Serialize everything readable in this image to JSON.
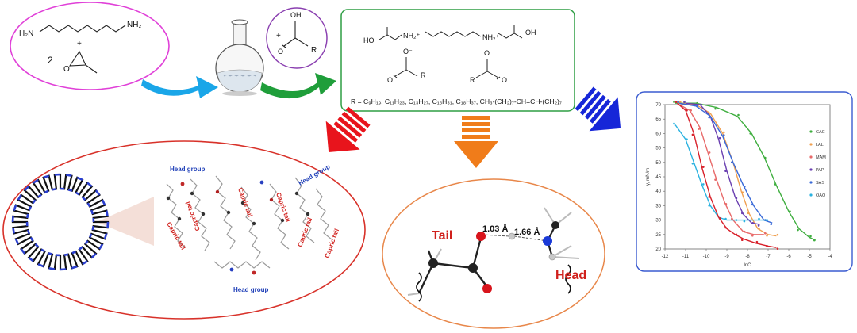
{
  "reactants": {
    "amine_left": "H₂N",
    "amine_right": "NH₂",
    "plus": "+",
    "epoxide_coef": "2",
    "epoxide_oxygen": "O",
    "acid_plus": "+",
    "acid_OH": "OH",
    "acid_O": "O",
    "acid_R": "R"
  },
  "product": {
    "HO_left": "HO",
    "NH2_left": "NH₂⁺",
    "NH2_right": "NH₂⁺",
    "OH_right": "OH",
    "anion_O_minus": "O⁻",
    "anion_O": "O",
    "anion_R": "R",
    "r_definition": "R = C₉H₁₉, C₁₁H₂₃, C₁₃H₂₇, C₁₅H₃₁, C₁₈H₃₇, CH₃-(CH₂)₇-CH=CH-(CH₂)₇"
  },
  "micelle": {
    "head_group_1": "Head group",
    "head_group_2": "Head group",
    "head_group_3": "Head group",
    "capric_tail_1": "Capric tail",
    "capric_tail_2": "Capric tail",
    "capric_tail_3": "Capric tail",
    "capric_tail_4": "Capric tail",
    "capric_tail_5": "Capric tail",
    "capric_tail_6": "Capric tail"
  },
  "interaction": {
    "tail": "Tail",
    "head": "Head",
    "bond_1": "1.03 Å",
    "bond_2": "1.66 Å"
  },
  "colors": {
    "pink_oval": "#e040d8",
    "purple_circle": "#8a3fb0",
    "green_box": "#2e9e44",
    "red_oval": "#d8322a",
    "orange_oval": "#e8874a",
    "blue_box": "#3a5bd0",
    "cyan_arrow": "#1aa6e8",
    "green_arrow": "#1f9e3a",
    "red_arrow": "#e8141c",
    "orange_arrow": "#f07c1a",
    "blue_arrow": "#1626d8"
  },
  "chart_data": {
    "type": "line",
    "xlabel": "lnC",
    "ylabel": "γ, mN/m",
    "xlim": [
      -12,
      -4
    ],
    "ylim": [
      20,
      70
    ],
    "xticks": [
      "-12",
      "-11",
      "-10",
      "-9",
      "-8",
      "-7",
      "-6",
      "-5",
      "-4"
    ],
    "yticks": [
      "20",
      "25",
      "30",
      "35",
      "40",
      "45",
      "50",
      "55",
      "60",
      "65",
      "70"
    ],
    "legend_position": "right",
    "series": [
      {
        "name": "CAC",
        "color": "#3fae3f",
        "x": [
          -11.5,
          -10.5,
          -9.5,
          -8.5,
          -7.8,
          -7.2,
          -6.6,
          -6.0,
          -5.5,
          -5.0,
          -4.7
        ],
        "y": [
          70.5,
          70.5,
          69,
          66,
          60,
          52,
          42,
          33,
          27,
          24,
          23
        ]
      },
      {
        "name": "LAL",
        "color": "#f0a050",
        "x": [
          -11.2,
          -10.5,
          -9.8,
          -9.2,
          -8.7,
          -8.3,
          -7.9,
          -7.5,
          -7.0,
          -6.6
        ],
        "y": [
          70.5,
          70,
          67,
          60,
          50,
          40,
          32,
          27,
          25,
          24.5
        ]
      },
      {
        "name": "MAM",
        "color": "#e86a6a",
        "x": [
          -11.3,
          -10.8,
          -10.3,
          -9.9,
          -9.5,
          -9.1,
          -8.7,
          -8.2,
          -7.7,
          -7.2
        ],
        "y": [
          70,
          68,
          62,
          53,
          44,
          36,
          30,
          26,
          25,
          25
        ]
      },
      {
        "name": "PAP",
        "color": "#6a3fb0",
        "x": [
          -11.0,
          -10.3,
          -9.8,
          -9.4,
          -9.0,
          -8.6,
          -8.2,
          -7.8,
          -7.4
        ],
        "y": [
          70.5,
          70,
          66,
          58,
          47,
          38,
          32,
          29,
          28.5
        ]
      },
      {
        "name": "SAS",
        "color": "#3a6ad8",
        "x": [
          -11.3,
          -10.5,
          -9.8,
          -9.2,
          -8.7,
          -8.2,
          -7.7,
          -7.2,
          -6.8
        ],
        "y": [
          70.5,
          69.5,
          66,
          59,
          50,
          42,
          35,
          30,
          29
        ]
      },
      {
        "name": "OAO",
        "color": "#2ab2e0",
        "x": [
          -11.5,
          -11.0,
          -10.6,
          -10.2,
          -9.8,
          -9.4,
          -9.0,
          -8.6,
          -8.1,
          -7.5,
          -7.0
        ],
        "y": [
          63,
          58,
          50,
          42,
          35,
          31,
          30,
          30,
          30,
          30,
          30
        ]
      },
      {
        "name": "",
        "color": "#d8202a",
        "x": [
          -11.4,
          -11.0,
          -10.6,
          -10.2,
          -9.8,
          -9.4,
          -9.0,
          -8.6,
          -8.2,
          -7.6,
          -7.0,
          -6.6
        ],
        "y": [
          70.5,
          68,
          60,
          48,
          38,
          31,
          27,
          25,
          23.5,
          22,
          21,
          20.5
        ]
      }
    ]
  }
}
